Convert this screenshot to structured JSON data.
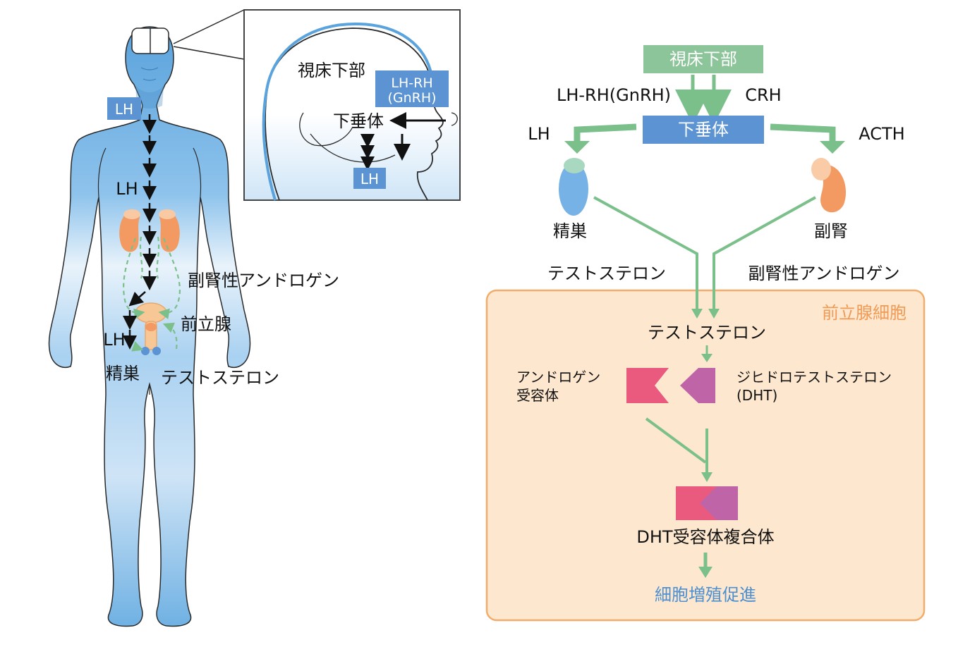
{
  "left": {
    "head_label": "LH",
    "body_lh_label": "LH",
    "lower_lh_label": "LH",
    "adrenal_androgen": "副腎性アンドロゲン",
    "prostate": "前立腺",
    "testis": "精巣",
    "testosterone": "テストステロン",
    "inset": {
      "hypothalamus": "視床下部",
      "lhrh_line1": "LH-RH",
      "lhrh_line2": "(GnRH)",
      "pituitary": "下垂体",
      "lh": "LH"
    }
  },
  "right": {
    "hypothalamus": "視床下部",
    "lhrh": "LH-RH(GnRH)",
    "crh": "CRH",
    "pituitary": "下垂体",
    "lh": "LH",
    "acth": "ACTH",
    "testis": "精巣",
    "adrenal": "副腎",
    "testosterone_left": "テストステロン",
    "adrenal_androgen": "副腎性アンドロゲン",
    "cell": {
      "title": "前立腺細胞",
      "testosterone": "テストステロン",
      "receptor_line1": "アンドロゲン",
      "receptor_line2": "受容体",
      "dht_line1": "ジヒドロテストステロン",
      "dht_line2": "(DHT)",
      "complex": "DHT受容体複合体",
      "result": "細胞増殖促進"
    }
  },
  "colors": {
    "body_blue": "#5aa3dc",
    "box_blue": "#5b93d3",
    "green": "#7bbf8a",
    "orange_organ": "#f29a61",
    "cell_fill": "#fde8cf",
    "cell_border": "#f2ad6c",
    "cell_title": "#f09a55",
    "receptor_pink": "#ea5a7f",
    "dht_purple": "#c064a8",
    "result_blue": "#4e8fcf"
  },
  "icons": [
    "human-body-figure",
    "head-profile-icon",
    "testis-icon",
    "adrenal-icon"
  ]
}
